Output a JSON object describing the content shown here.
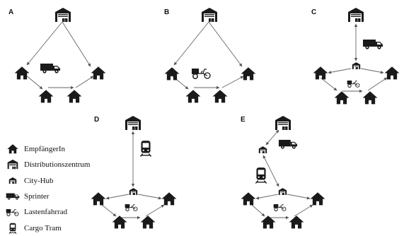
{
  "panels": [
    {
      "id": "A",
      "label": "A"
    },
    {
      "id": "B",
      "label": "B"
    },
    {
      "id": "C",
      "label": "C"
    },
    {
      "id": "D",
      "label": "D"
    },
    {
      "id": "E",
      "label": "E"
    }
  ],
  "legend": [
    {
      "icon": "house-icon",
      "label": "EmpfängerIn"
    },
    {
      "icon": "warehouse-icon",
      "label": "Distributionszentrum"
    },
    {
      "icon": "city-hub-icon",
      "label": "City-Hub"
    },
    {
      "icon": "van-icon",
      "label": "Sprinter"
    },
    {
      "icon": "cargo-bike-icon",
      "label": "Lastenfahrrad"
    },
    {
      "icon": "tram-icon",
      "label": "Cargo Tram"
    }
  ],
  "colors": {
    "icon": "#1a1a1a",
    "edge": "#666666",
    "background": "#ffffff"
  }
}
